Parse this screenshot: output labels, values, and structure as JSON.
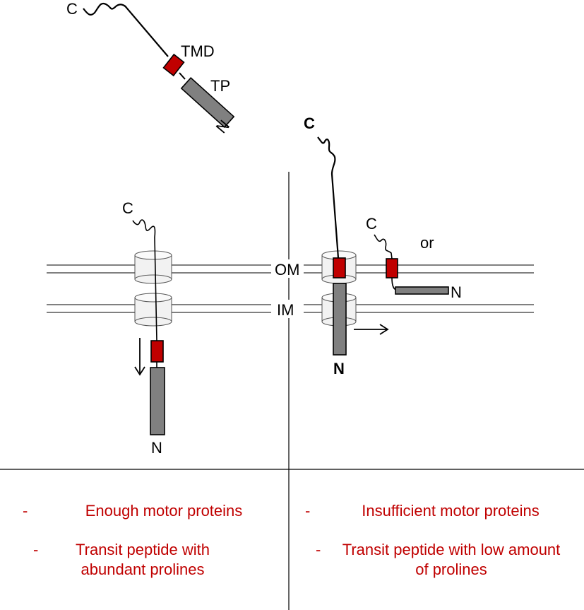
{
  "colors": {
    "tmd": "#c00000",
    "tp": "#808080",
    "channel": "#f0f0f0",
    "note_text": "#c00000",
    "line": "#000000"
  },
  "labels": {
    "c": "C",
    "n": "N",
    "tmd": "TMD",
    "tp": "TP",
    "om": "OM",
    "im": "IM",
    "or": "or"
  },
  "notes": {
    "left": [
      {
        "dash": "-",
        "text": "Enough motor proteins"
      },
      {
        "dash": "-",
        "text": "Transit peptide with abundant prolines"
      }
    ],
    "right": [
      {
        "dash": "-",
        "text": "Insufficient motor proteins"
      },
      {
        "dash": "-",
        "text": "Transit peptide with low amount of prolines"
      }
    ]
  }
}
